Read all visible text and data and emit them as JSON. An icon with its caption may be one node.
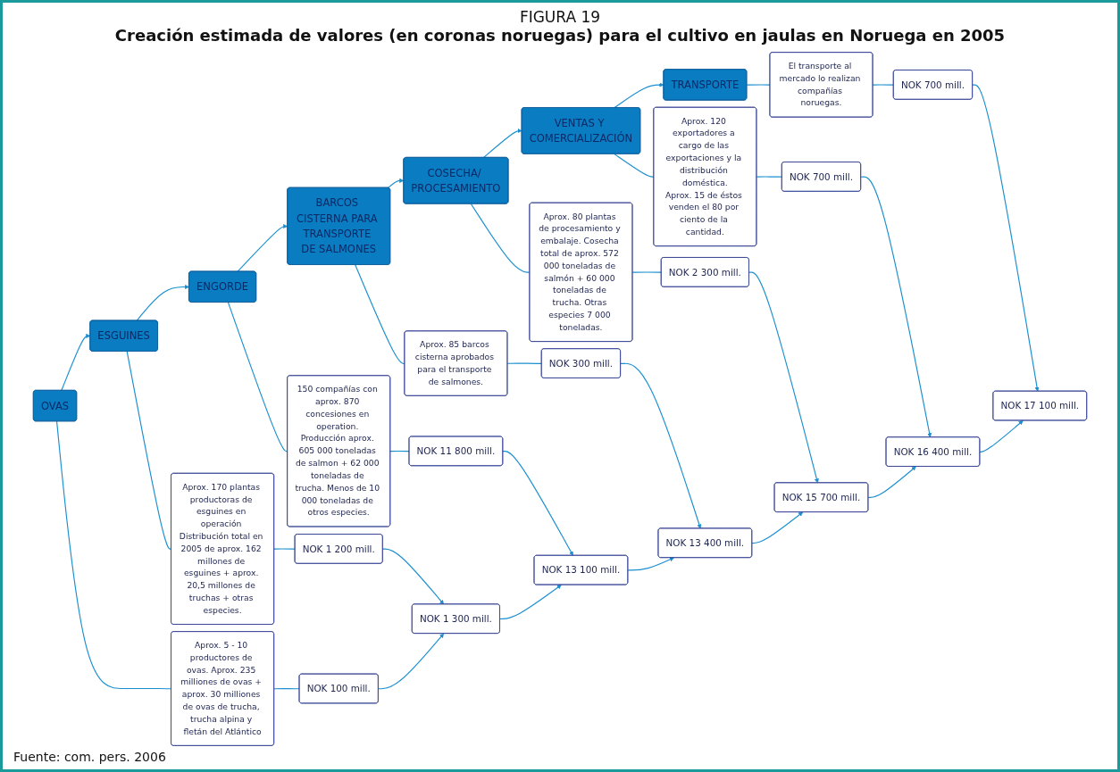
{
  "diagram": {
    "title": "Creación estimada de valores (en coronas noruegas) para el cultivo en jaulas en Noruega en 2005",
    "caption": "Fuente: com. pers. 2006",
    "labels": [
      "FIGURA 19"
    ],
    "nodes": [
      {
        "text": [
          "OVAS"
        ]
      },
      {
        "text": [
          "ESGUINES"
        ]
      },
      {
        "text": [
          "ENGORDE"
        ]
      },
      {
        "text": [
          "BARCOS CISTERNA PARA TRANSPORTE DE SALMONES"
        ]
      },
      {
        "text": [
          "COSECHA/ PROCESAMIENTO"
        ]
      },
      {
        "text": [
          "VENTAS Y COMERCIALIZACIÓN"
        ]
      },
      {
        "text": [
          "TRANSPORTE"
        ]
      },
      {
        "text": [
          "Aprox. 5 - 10 productores de ovas. Aprox. 235 milliones de ovas + aprox. 30 milliones de ovas de trucha, trucha alpina y fletán del Atlántico"
        ]
      },
      {
        "text": [
          "Aprox. 170 plantas productoras de esguines en operación Distribución total en 2005 de aprox. 162 millones de esguines + aprox. 20,5 millones de truchas + otras especies."
        ]
      },
      {
        "text": [
          "150 compañías con aprox. 870 concesiones en operation. Producción aprox. 605 000 toneladas de salmon + 62 000 toneladas de trucha. Menos de 10 000 toneladas de otros especies."
        ]
      },
      {
        "text": [
          "Aprox. 85 barcos cisterna aprobados para el transporte de salmones."
        ]
      },
      {
        "text": [
          "Aprox. 80 plantas de procesamiento y embalaje. Cosecha total de aprox. 572 000 toneladas de salmón + 60 000 toneladas de trucha. Otras especies 7 000 toneladas."
        ]
      },
      {
        "text": [
          "Aprox. 120 exportadores a cargo de las exportaciones y la distribución doméstica.",
          "Aprox. 15 de éstos venden el 80 por ciento de la cantidad."
        ]
      },
      {
        "text": [
          "El transporte al mercado lo realizan compañías noruegas."
        ]
      },
      {
        "text": [
          "NOK 100 mill."
        ]
      },
      {
        "text": [
          "NOK 1 200 mill."
        ]
      },
      {
        "text": [
          "NOK 11 800 mill."
        ]
      },
      {
        "text": [
          "NOK 300 mill."
        ]
      },
      {
        "text": [
          "NOK 2 300 mill."
        ]
      },
      {
        "text": [
          "NOK 700 mill."
        ]
      },
      {
        "text": [
          "NOK 700 mill."
        ]
      },
      {
        "text": [
          "NOK 1 300 mill."
        ]
      },
      {
        "text": [
          "NOK 13 100 mill."
        ]
      },
      {
        "text": [
          "NOK 13 400 mill."
        ]
      },
      {
        "text": [
          "NOK 15 700 mill."
        ]
      },
      {
        "text": [
          "NOK 16 400 mill."
        ]
      },
      {
        "text": [
          "NOK 17 100 mill."
        ]
      }
    ],
    "edges": [
      {
        "from": 0,
        "to": 1,
        "arrow": "to"
      },
      {
        "from": 1,
        "to": 2,
        "arrow": "to"
      },
      {
        "from": 2,
        "to": 3,
        "arrow": "to"
      },
      {
        "from": 3,
        "to": 4,
        "arrow": "to"
      },
      {
        "from": 4,
        "to": 5,
        "arrow": "to"
      },
      {
        "from": 5,
        "to": 6,
        "arrow": "to"
      },
      {
        "from": 0,
        "to": 7,
        "arrow": "none"
      },
      {
        "from": 1,
        "to": 8,
        "arrow": "none"
      },
      {
        "from": 2,
        "to": 9,
        "arrow": "none"
      },
      {
        "from": 3,
        "to": 10,
        "arrow": "none"
      },
      {
        "from": 4,
        "to": 11,
        "arrow": "none"
      },
      {
        "from": 5,
        "to": 12,
        "arrow": "none"
      },
      {
        "from": 6,
        "to": 13,
        "arrow": "none"
      },
      {
        "from": 7,
        "to": 14,
        "arrow": "none"
      },
      {
        "from": 8,
        "to": 15,
        "arrow": "none"
      },
      {
        "from": 9,
        "to": 16,
        "arrow": "none"
      },
      {
        "from": 10,
        "to": 17,
        "arrow": "none"
      },
      {
        "from": 11,
        "to": 18,
        "arrow": "none"
      },
      {
        "from": 12,
        "to": 19,
        "arrow": "none"
      },
      {
        "from": 13,
        "to": 20,
        "arrow": "none"
      },
      {
        "from": 14,
        "to": 21,
        "arrow": "to"
      },
      {
        "from": 15,
        "to": 21,
        "arrow": "to"
      },
      {
        "from": 16,
        "to": 22,
        "arrow": "to"
      },
      {
        "from": 17,
        "to": 23,
        "arrow": "to"
      },
      {
        "from": 18,
        "to": 24,
        "arrow": "to"
      },
      {
        "from": 19,
        "to": 25,
        "arrow": "to"
      },
      {
        "from": 20,
        "to": 26,
        "arrow": "to"
      },
      {
        "from": 21,
        "to": 22,
        "arrow": "to"
      },
      {
        "from": 22,
        "to": 23,
        "arrow": "to"
      },
      {
        "from": 23,
        "to": 24,
        "arrow": "to"
      },
      {
        "from": 24,
        "to": 25,
        "arrow": "to"
      },
      {
        "from": 25,
        "to": 26,
        "arrow": "to"
      }
    ]
  }
}
